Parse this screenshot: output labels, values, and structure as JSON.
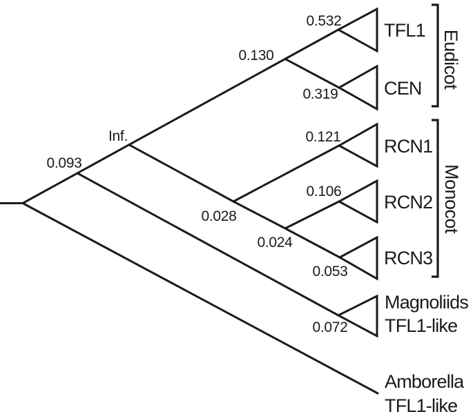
{
  "diagram": {
    "type": "phylogenetic-tree-cladogram",
    "background_color": "#ffffff",
    "line_color": "#1a1a1a",
    "support_values": {
      "basal_node": "0.093",
      "inf_node": "Inf.",
      "eudicot_split": "0.130",
      "tfl1_clade": "0.532",
      "cen_clade": "0.319",
      "monocot_split": "0.028",
      "rcn2_rcn3_split": "0.024",
      "rcn1_clade": "0.121",
      "rcn2_clade": "0.106",
      "rcn3_clade": "0.053",
      "magnoliids_clade": "0.072"
    },
    "leaves": {
      "tfl1": "TFL1",
      "cen": "CEN",
      "rcn1": "RCN1",
      "rcn2": "RCN2",
      "rcn3": "RCN3",
      "magnoliids_line1": "Magnoliids",
      "magnoliids_line2": "TFL1-like",
      "amborella_line1": "Amborella",
      "amborella_line2": "TFL1-like"
    },
    "groups": {
      "eudicot": "Eudicot",
      "monocot": "Monocot"
    }
  }
}
